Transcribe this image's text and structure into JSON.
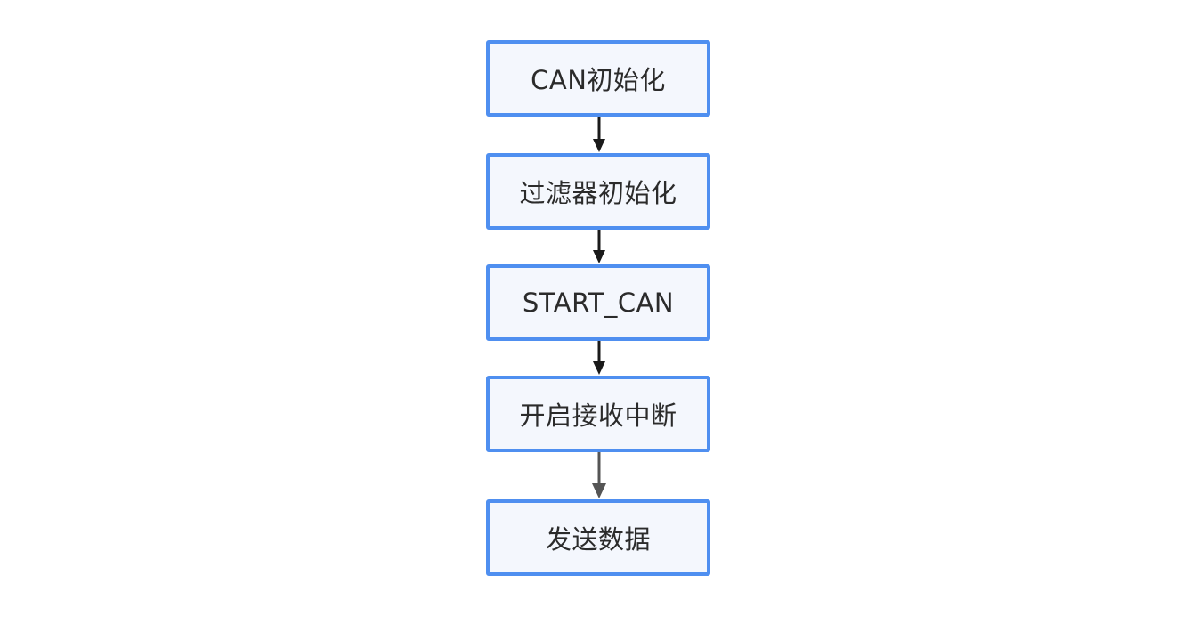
{
  "nodes": [
    {
      "label": "CAN初始化"
    },
    {
      "label": "过滤器初始化"
    },
    {
      "label": "START_CAN"
    },
    {
      "label": "开启接收中断"
    },
    {
      "label": "发送数据"
    }
  ],
  "edges": [
    {
      "from": 0,
      "to": 1
    },
    {
      "from": 1,
      "to": 2
    },
    {
      "from": 2,
      "to": 3
    },
    {
      "from": 3,
      "to": 4
    }
  ],
  "colors": {
    "node_border": "#4f8ff0",
    "node_fill": "#f4f7fd",
    "text": "#2b2b2b",
    "arrow_dark": "#1a1a1a",
    "arrow_gray": "#555555"
  }
}
